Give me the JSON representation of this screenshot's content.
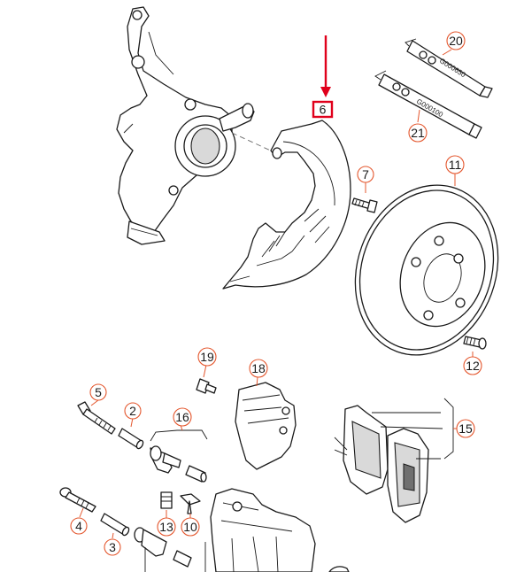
{
  "callouts": [
    {
      "id": "c20",
      "label": "20"
    },
    {
      "id": "c21",
      "label": "21"
    },
    {
      "id": "c7",
      "label": "7"
    },
    {
      "id": "c11",
      "label": "11"
    },
    {
      "id": "c12",
      "label": "12"
    },
    {
      "id": "c19",
      "label": "19"
    },
    {
      "id": "c18",
      "label": "18"
    },
    {
      "id": "c5",
      "label": "5"
    },
    {
      "id": "c2",
      "label": "2"
    },
    {
      "id": "c16",
      "label": "16"
    },
    {
      "id": "c15",
      "label": "15"
    },
    {
      "id": "c13",
      "label": "13"
    },
    {
      "id": "c10",
      "label": "10"
    },
    {
      "id": "c4",
      "label": "4"
    },
    {
      "id": "c3",
      "label": "3"
    }
  ],
  "highlight": {
    "label": "6",
    "color": "#e0001b"
  },
  "tubes": {
    "upper_code": "G000650",
    "lower_code": "G000100"
  },
  "colors": {
    "callout": "#e4572e",
    "highlight": "#e0001b",
    "line": "#1a1a1a"
  }
}
